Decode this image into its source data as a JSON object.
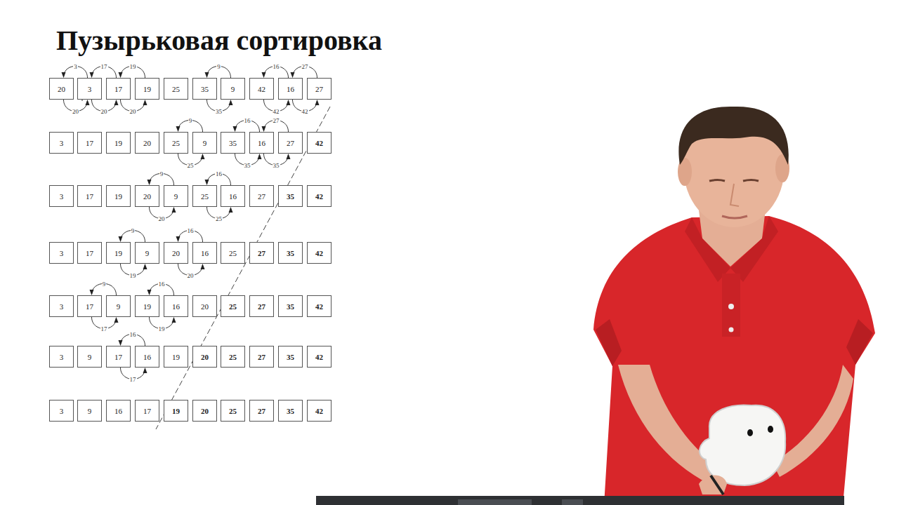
{
  "diagram": {
    "title": "Пузырьковая сортировка",
    "nodes": [
      {
        "text": [
          "20"
        ]
      },
      {
        "text": [
          "3"
        ]
      },
      {
        "text": [
          "17"
        ]
      },
      {
        "text": [
          "19"
        ]
      },
      {
        "text": [
          "25"
        ]
      },
      {
        "text": [
          "35"
        ]
      },
      {
        "text": [
          "9"
        ]
      },
      {
        "text": [
          "42"
        ]
      },
      {
        "text": [
          "16"
        ]
      },
      {
        "text": [
          "27"
        ]
      },
      {
        "text": [
          "3"
        ]
      },
      {
        "text": [
          "17"
        ]
      },
      {
        "text": [
          "19"
        ]
      },
      {
        "text": [
          "20"
        ]
      },
      {
        "text": [
          "25"
        ]
      },
      {
        "text": [
          "9"
        ]
      },
      {
        "text": [
          "35"
        ]
      },
      {
        "text": [
          "16"
        ]
      },
      {
        "text": [
          "27"
        ]
      },
      {
        "text": [
          "42"
        ]
      },
      {
        "text": [
          "3"
        ]
      },
      {
        "text": [
          "17"
        ]
      },
      {
        "text": [
          "19"
        ]
      },
      {
        "text": [
          "20"
        ]
      },
      {
        "text": [
          "9"
        ]
      },
      {
        "text": [
          "25"
        ]
      },
      {
        "text": [
          "16"
        ]
      },
      {
        "text": [
          "27"
        ]
      },
      {
        "text": [
          "35"
        ]
      },
      {
        "text": [
          "42"
        ]
      },
      {
        "text": [
          "3"
        ]
      },
      {
        "text": [
          "17"
        ]
      },
      {
        "text": [
          "19"
        ]
      },
      {
        "text": [
          "9"
        ]
      },
      {
        "text": [
          "20"
        ]
      },
      {
        "text": [
          "16"
        ]
      },
      {
        "text": [
          "25"
        ]
      },
      {
        "text": [
          "27"
        ]
      },
      {
        "text": [
          "35"
        ]
      },
      {
        "text": [
          "42"
        ]
      },
      {
        "text": [
          "3"
        ]
      },
      {
        "text": [
          "17"
        ]
      },
      {
        "text": [
          "9"
        ]
      },
      {
        "text": [
          "19"
        ]
      },
      {
        "text": [
          "16"
        ]
      },
      {
        "text": [
          "20"
        ]
      },
      {
        "text": [
          "25"
        ]
      },
      {
        "text": [
          "27"
        ]
      },
      {
        "text": [
          "35"
        ]
      },
      {
        "text": [
          "42"
        ]
      },
      {
        "text": [
          "3"
        ]
      },
      {
        "text": [
          "9"
        ]
      },
      {
        "text": [
          "17"
        ]
      },
      {
        "text": [
          "16"
        ]
      },
      {
        "text": [
          "19"
        ]
      },
      {
        "text": [
          "20"
        ]
      },
      {
        "text": [
          "25"
        ]
      },
      {
        "text": [
          "27"
        ]
      },
      {
        "text": [
          "35"
        ]
      },
      {
        "text": [
          "42"
        ]
      },
      {
        "text": [
          "3"
        ]
      },
      {
        "text": [
          "9"
        ]
      },
      {
        "text": [
          "16"
        ]
      },
      {
        "text": [
          "17"
        ]
      },
      {
        "text": [
          "19"
        ]
      },
      {
        "text": [
          "20"
        ]
      },
      {
        "text": [
          "25"
        ]
      },
      {
        "text": [
          "27"
        ]
      },
      {
        "text": [
          "35"
        ]
      },
      {
        "text": [
          "42"
        ]
      }
    ],
    "edges": [
      {
        "from": 1,
        "to": 0,
        "label": "3",
        "arrow": "to"
      },
      {
        "from": 0,
        "to": 1,
        "label": "20",
        "arrow": "to"
      },
      {
        "from": 2,
        "to": 1,
        "label": "17",
        "arrow": "to"
      },
      {
        "from": 1,
        "to": 2,
        "label": "20",
        "arrow": "to"
      },
      {
        "from": 3,
        "to": 2,
        "label": "19",
        "arrow": "to"
      },
      {
        "from": 2,
        "to": 3,
        "label": "20",
        "arrow": "to"
      },
      {
        "from": 6,
        "to": 5,
        "label": "9",
        "arrow": "to"
      },
      {
        "from": 5,
        "to": 6,
        "label": "35",
        "arrow": "to"
      },
      {
        "from": 8,
        "to": 7,
        "label": "16",
        "arrow": "to"
      },
      {
        "from": 7,
        "to": 8,
        "label": "42",
        "arrow": "to"
      },
      {
        "from": 9,
        "to": 8,
        "label": "27",
        "arrow": "to"
      },
      {
        "from": 8,
        "to": 9,
        "label": "42",
        "arrow": "to"
      },
      {
        "from": 15,
        "to": 14,
        "label": "9",
        "arrow": "to"
      },
      {
        "from": 14,
        "to": 15,
        "label": "25",
        "arrow": "to"
      },
      {
        "from": 17,
        "to": 16,
        "label": "16",
        "arrow": "to"
      },
      {
        "from": 16,
        "to": 17,
        "label": "35",
        "arrow": "to"
      },
      {
        "from": 18,
        "to": 17,
        "label": "27",
        "arrow": "to"
      },
      {
        "from": 17,
        "to": 18,
        "label": "35",
        "arrow": "to"
      },
      {
        "from": 24,
        "to": 23,
        "label": "9",
        "arrow": "to"
      },
      {
        "from": 23,
        "to": 24,
        "label": "20",
        "arrow": "to"
      },
      {
        "from": 26,
        "to": 25,
        "label": "16",
        "arrow": "to"
      },
      {
        "from": 25,
        "to": 26,
        "label": "25",
        "arrow": "to"
      },
      {
        "from": 33,
        "to": 32,
        "label": "9",
        "arrow": "to"
      },
      {
        "from": 32,
        "to": 33,
        "label": "19",
        "arrow": "to"
      },
      {
        "from": 35,
        "to": 34,
        "label": "16",
        "arrow": "to"
      },
      {
        "from": 34,
        "to": 35,
        "label": "20",
        "arrow": "to"
      },
      {
        "from": 42,
        "to": 41,
        "label": "9",
        "arrow": "to"
      },
      {
        "from": 41,
        "to": 42,
        "label": "17",
        "arrow": "to"
      },
      {
        "from": 44,
        "to": 43,
        "label": "16",
        "arrow": "to"
      },
      {
        "from": 43,
        "to": 44,
        "label": "19",
        "arrow": "to"
      },
      {
        "from": 53,
        "to": 52,
        "label": "16",
        "arrow": "to"
      },
      {
        "from": 52,
        "to": 53,
        "label": "17",
        "arrow": "to"
      }
    ]
  }
}
